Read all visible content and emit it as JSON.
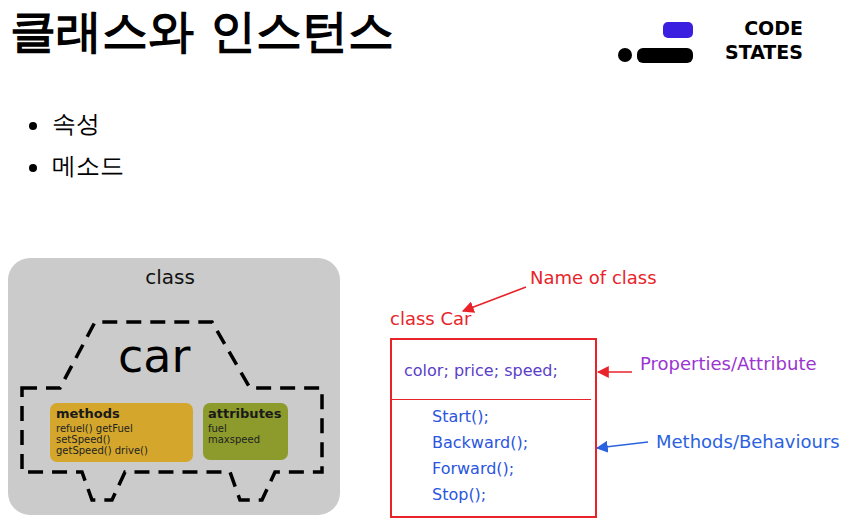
{
  "diagram": {
    "title": "클래스와 인스턴스",
    "nodes": [
      {
        "text": [
          "class"
        ]
      },
      {
        "text": [
          "car"
        ],
        "in": 0
      },
      {
        "text": [
          "methods",
          "refuel() getFuel setSpeed() getSpeed() drive()"
        ],
        "in": 1
      },
      {
        "text": [
          "attributes",
          "fuel maxspeed"
        ],
        "in": 1
      },
      {
        "text": [
          "class Car"
        ]
      },
      {
        "text": [
          "color; price; speed;"
        ],
        "in": 4
      },
      {
        "text": [
          "Start(); Backward(); Forward(); Stop();"
        ],
        "in": 4
      }
    ],
    "labels": [
      "CODE",
      "STATES",
      "속성",
      "메소드",
      "Name of class",
      "Properties/Attribute",
      "Methods/Behaviours"
    ]
  }
}
